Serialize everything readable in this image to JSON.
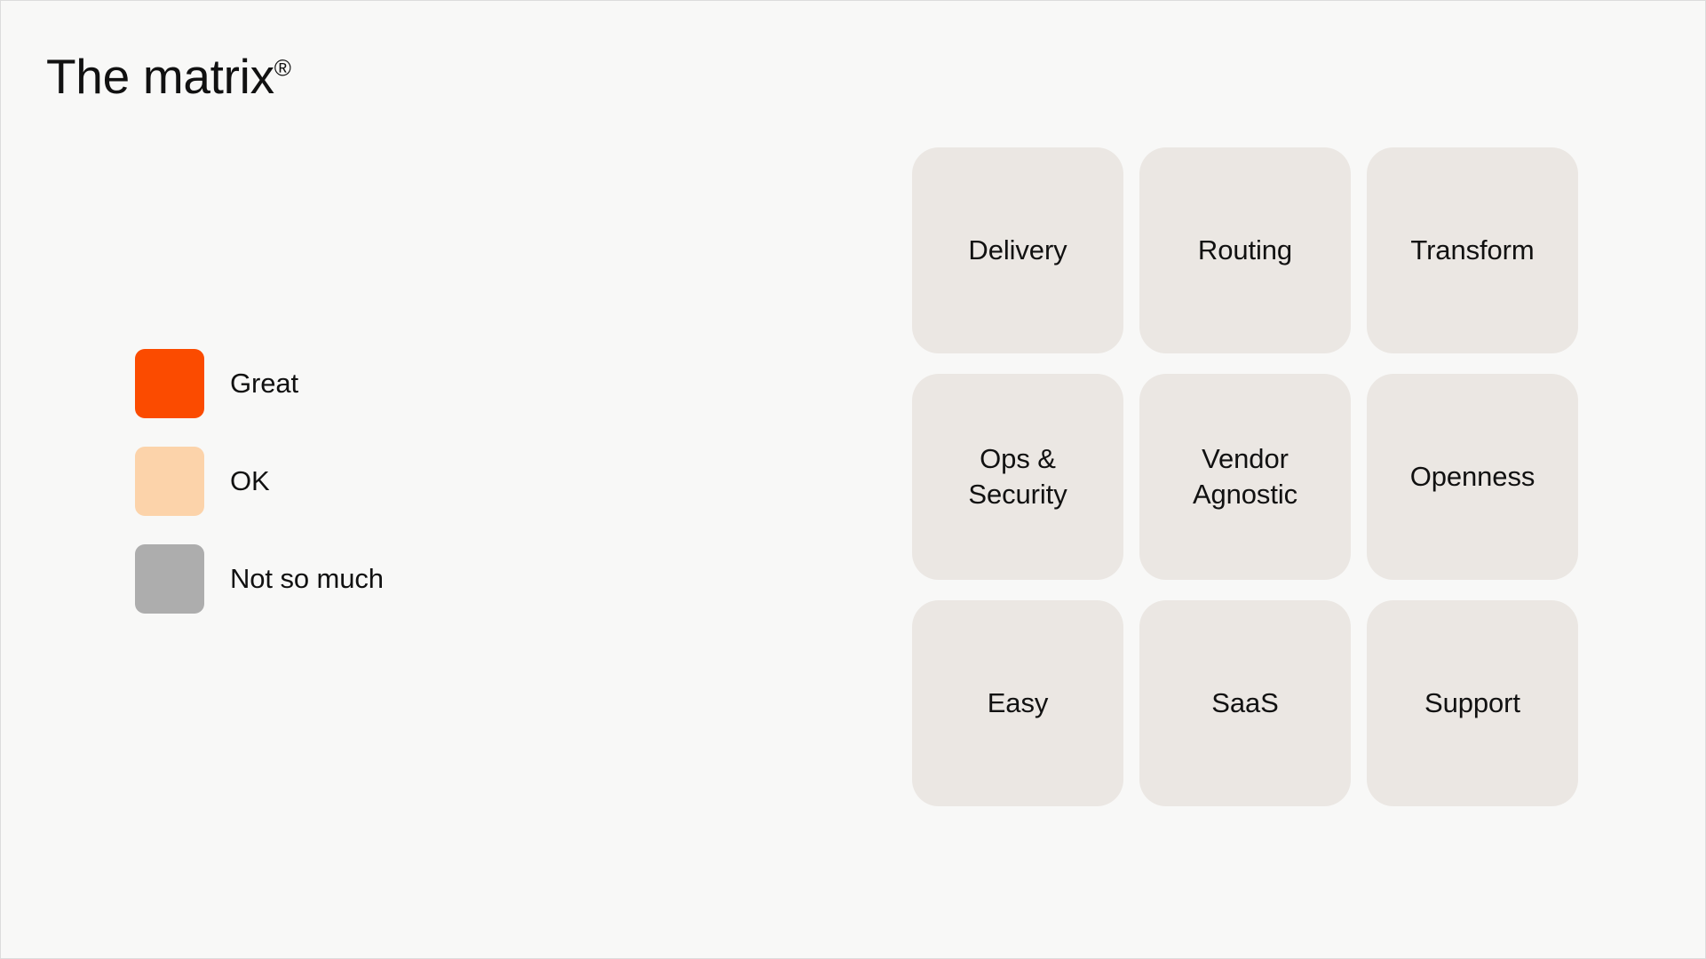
{
  "page": {
    "background_color": "#F8F8F7",
    "border_color": "#DCDCDC"
  },
  "header": {
    "title_text": "The matrix",
    "title_mark": "®"
  },
  "legend": {
    "items": [
      {
        "label": "Great",
        "color": "#FB4B00",
        "swatch_name": "swatch-great"
      },
      {
        "label": "OK",
        "color": "#FCD3AA",
        "swatch_name": "swatch-ok"
      },
      {
        "label": "Not so much",
        "color": "#ADADAD",
        "swatch_name": "swatch-not-so-much"
      }
    ]
  },
  "matrix": {
    "card_color": "#EBE7E3",
    "rows": 3,
    "columns": 3,
    "cells": [
      {
        "label": "Delivery",
        "rating": ""
      },
      {
        "label": "Routing",
        "rating": ""
      },
      {
        "label": "Transform",
        "rating": ""
      },
      {
        "label": "Ops &\nSecurity",
        "rating": ""
      },
      {
        "label": "Vendor\nAgnostic",
        "rating": ""
      },
      {
        "label": "Openness",
        "rating": ""
      },
      {
        "label": "Easy",
        "rating": ""
      },
      {
        "label": "SaaS",
        "rating": ""
      },
      {
        "label": "Support",
        "rating": ""
      }
    ]
  }
}
